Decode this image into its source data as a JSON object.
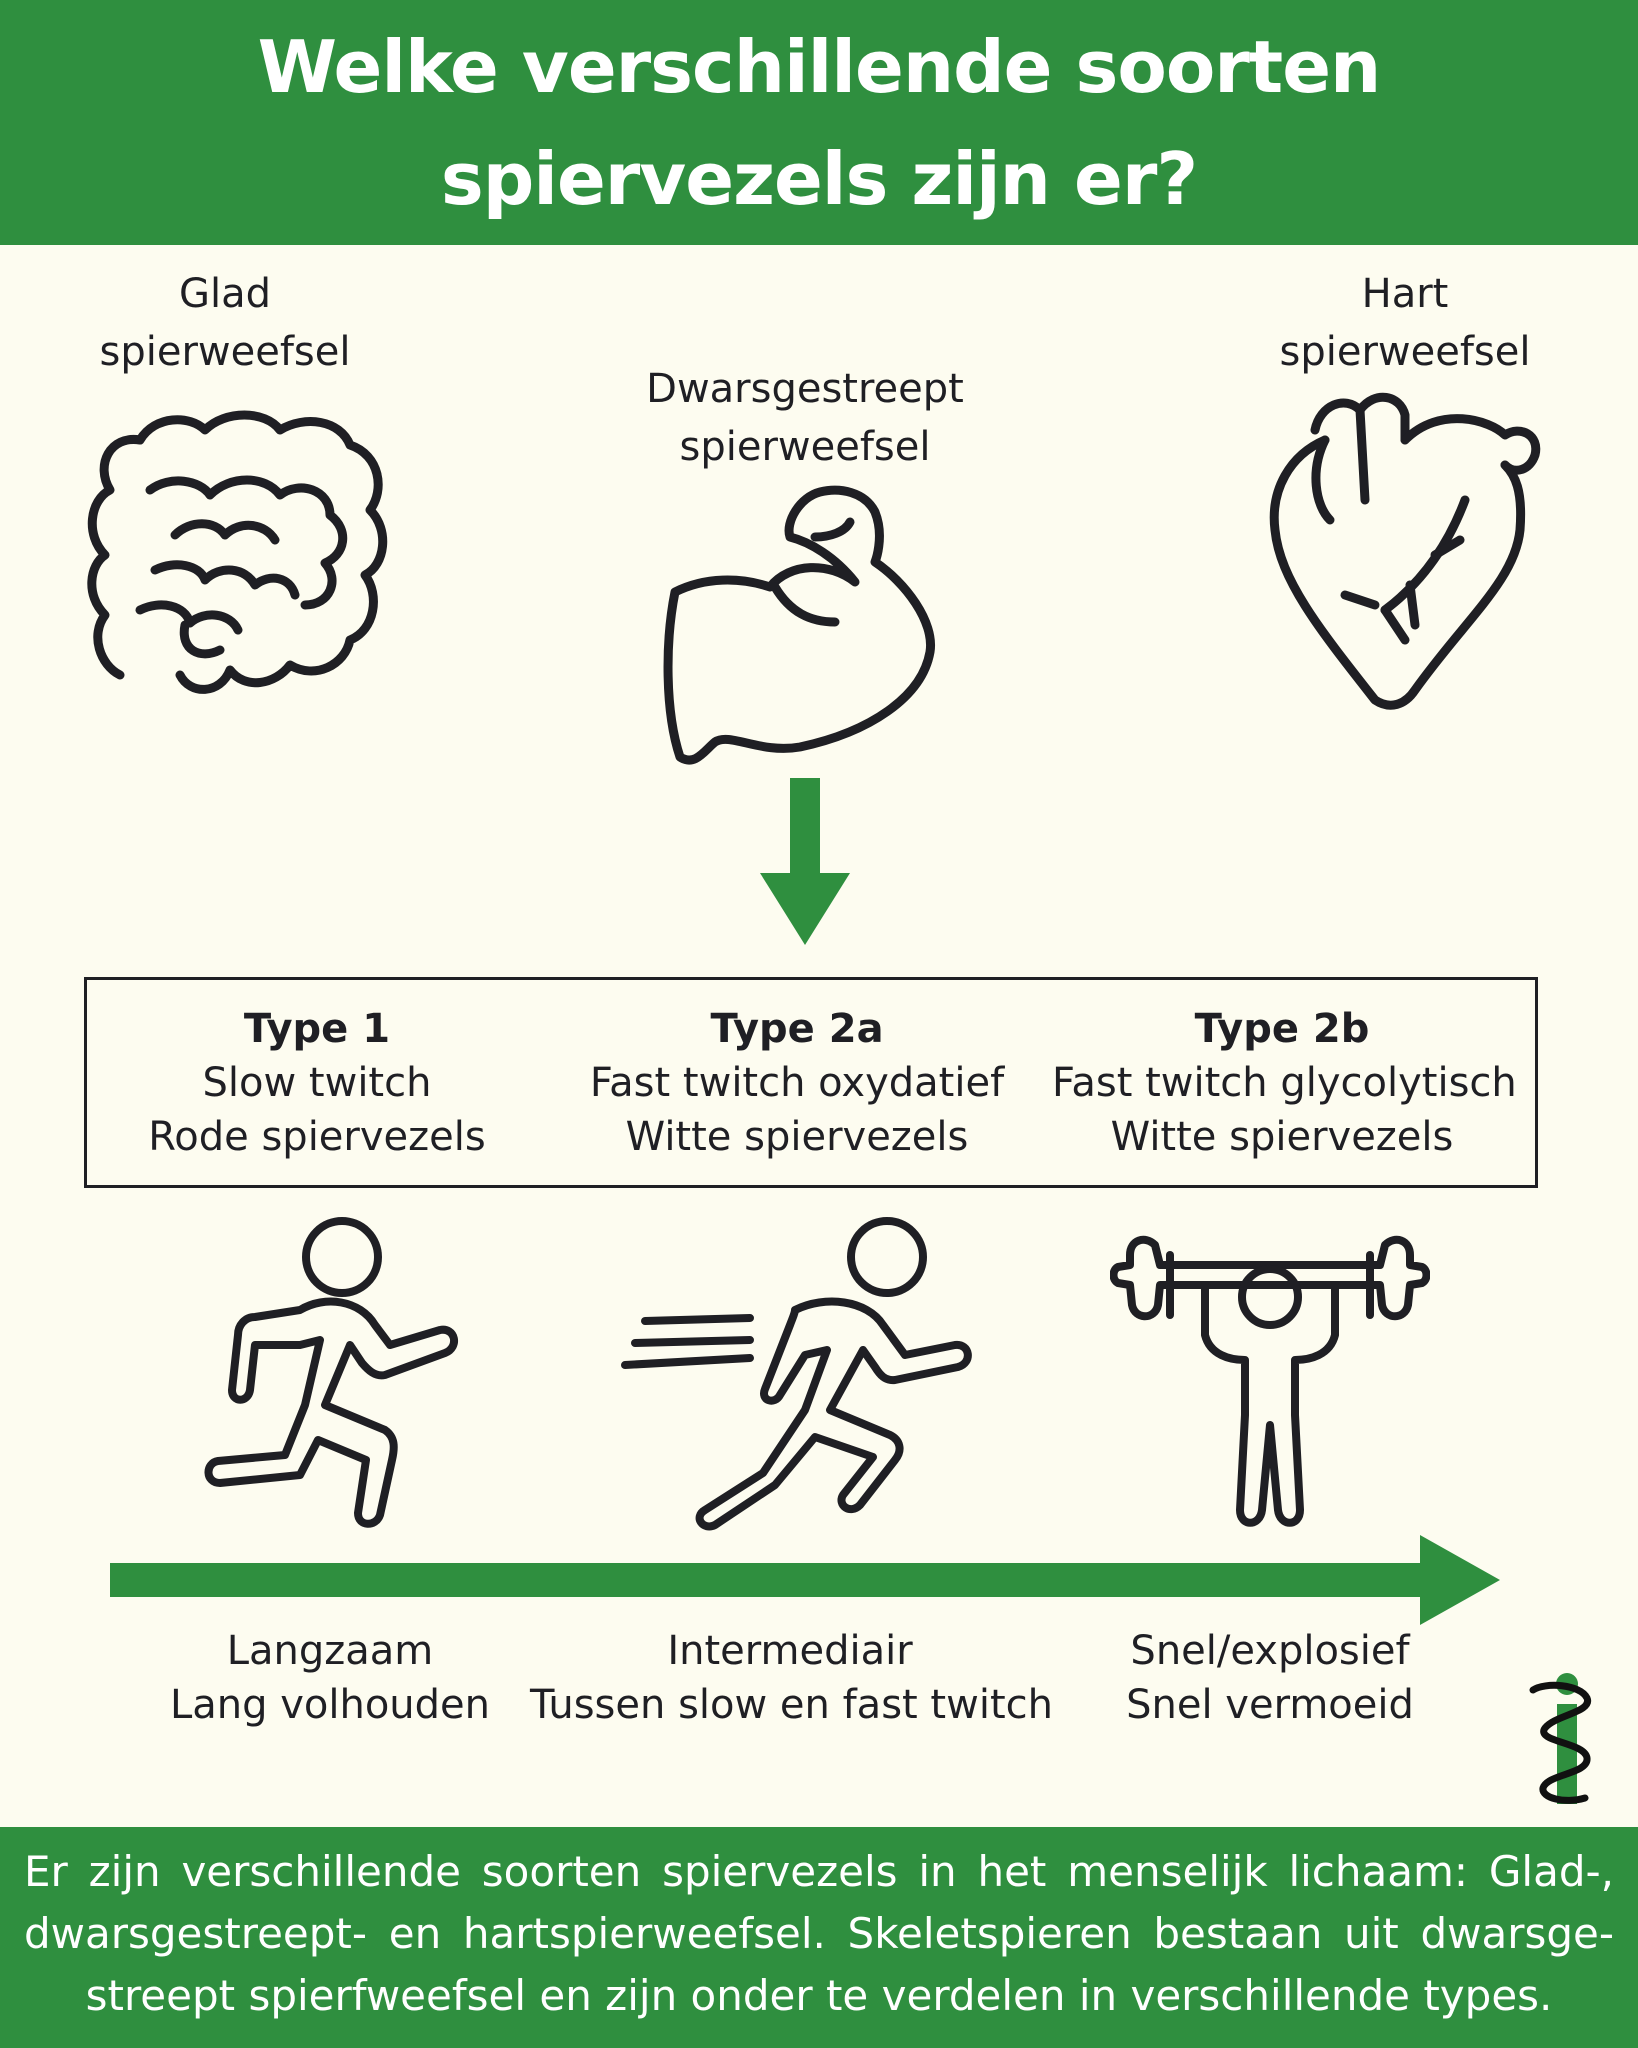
{
  "title": "Welke verschillende soorten spiervezels zijn er?",
  "tissues": {
    "smooth": {
      "line1": "Glad",
      "line2": "spierweefsel",
      "icon": "intestine-icon"
    },
    "skeletal": {
      "line1": "Dwarsgestreept",
      "line2": "spierweefsel",
      "icon": "flexed-bicep-icon"
    },
    "cardiac": {
      "line1": "Hart",
      "line2": "spierweefsel",
      "icon": "heart-icon"
    }
  },
  "fiber_types": [
    {
      "title": "Type 1",
      "line1": "Slow twitch",
      "line2": "Rode spiervezels",
      "icon": "running-person-icon"
    },
    {
      "title": "Type 2a",
      "line1": "Fast twitch oxydatief",
      "line2": "Witte spiervezels",
      "icon": "sprinting-person-icon"
    },
    {
      "title": "Type 2b",
      "line1": "Fast twitch glycolytisch",
      "line2": "Witte spiervezels",
      "icon": "weightlifter-icon"
    }
  ],
  "speed_scale": [
    {
      "line1": "Langzaam",
      "line2": "Lang volhouden"
    },
    {
      "line1": "Intermediair",
      "line2": "Tussen slow en fast twitch"
    },
    {
      "line1": "Snel/explosief",
      "line2": "Snel vermoeid"
    }
  ],
  "footer_text": "Er zijn verschillende soorten spiervezels in het menselijk lichaam: Glad-, dwarsgestreept- en hartspierweefsel. Skeletspieren bestaan uit dwarsge-streept spierfweefsel en zijn onder te verdelen in verschillende types.",
  "colors": {
    "accent": "#2f8f3f",
    "background": "#fdfcf0",
    "ink": "#1f1f24"
  },
  "logo_icon": "caduceus-info-logo"
}
